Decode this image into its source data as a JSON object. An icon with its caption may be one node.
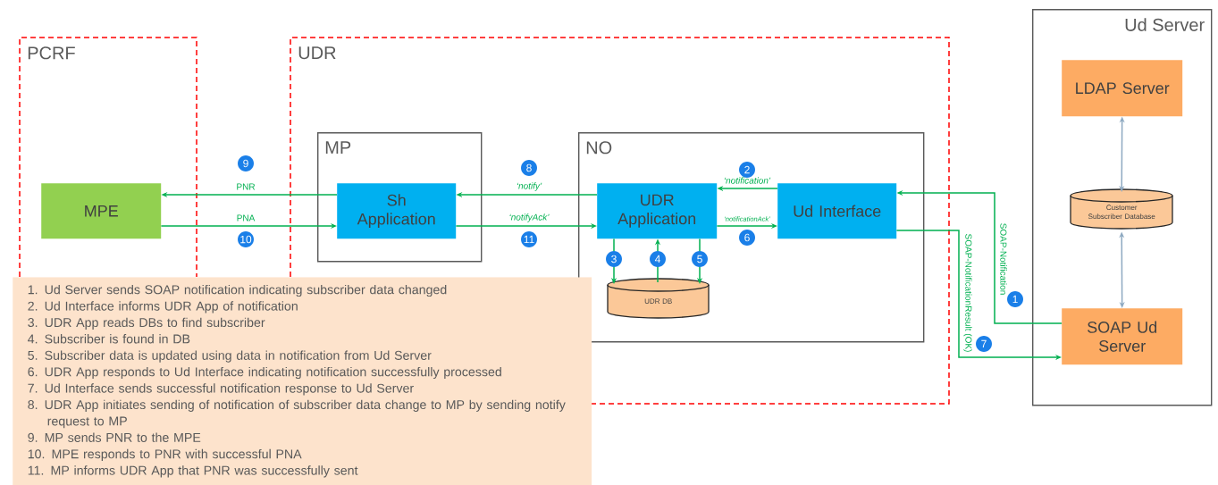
{
  "diagram": {
    "nodes": [
      {
        "text": [
          "PCRF"
        ]
      },
      {
        "text": [
          "MPE"
        ],
        "in": 0
      },
      {
        "text": [
          "UDR"
        ]
      },
      {
        "text": [
          "MP"
        ],
        "in": 2
      },
      {
        "text": [
          "Sh Application"
        ],
        "in": 3
      },
      {
        "text": [
          "NO"
        ],
        "in": 2
      },
      {
        "text": [
          "UDR Application"
        ],
        "in": 5
      },
      {
        "text": [
          "Ud Interface"
        ],
        "in": 5
      },
      {
        "text": [
          "UDR DB"
        ],
        "in": 5
      },
      {
        "text": [
          "Ud Server"
        ]
      },
      {
        "text": [
          "LDAP Server"
        ],
        "in": 9
      },
      {
        "text": [
          "Customer Subscriber Database"
        ],
        "in": 9
      },
      {
        "text": [
          "SOAP Ud Server"
        ],
        "in": 9
      },
      {
        "text": [
          "1. Ud Server sends SOAP notification indicating subscriber data changed",
          "2. Ud Interface informs UDR App of notification",
          "3. UDR App reads DBs to find subscriber",
          "4. Subscriber is found in DB",
          "5. Subscriber data is updated using data in notification from Ud Server",
          "6. UDR App responds to Ud Interface indicating notification successfully processed",
          "7. Ud Interface sends successful notification response to Ud Server",
          "8. UDR App initiates sending of notification of subscriber data change to MP by sending notify request to MP",
          "9. MP sends PNR to the MPE",
          "10. MPE responds to PNR with successful PNA",
          "11. MP informs UDR App that PNR was successfully sent"
        ]
      }
    ],
    "edges": [
      {
        "from": 4,
        "to": 1,
        "arrow": "to",
        "label": "PNR"
      },
      {
        "from": 1,
        "to": 4,
        "arrow": "to",
        "label": "PNA"
      },
      {
        "from": 6,
        "to": 4,
        "arrow": "to",
        "label": "‘notify’"
      },
      {
        "from": 4,
        "to": 6,
        "arrow": "to",
        "label": "‘notifyAck’"
      },
      {
        "from": 7,
        "to": 6,
        "arrow": "to",
        "label": "‘notification’"
      },
      {
        "from": 6,
        "to": 7,
        "arrow": "to",
        "label": "‘notificationAck’"
      },
      {
        "from": 12,
        "to": 7,
        "arrow": "to",
        "label": "SOAP-Notification"
      },
      {
        "from": 7,
        "to": 12,
        "arrow": "to",
        "label": "SOAP-NotificationResult (OK)"
      },
      {
        "from": 6,
        "to": 8,
        "arrow": "to"
      },
      {
        "from": 8,
        "to": 6,
        "arrow": "to"
      },
      {
        "from": 6,
        "to": 8,
        "arrow": "to"
      },
      {
        "from": 10,
        "to": 11,
        "arrow": "both",
        "color": "#8EA9C1"
      },
      {
        "from": 11,
        "to": 12,
        "arrow": "both",
        "color": "#8EA9C1"
      }
    ],
    "labels": [
      "9",
      "8",
      "2",
      "10",
      "11",
      "6",
      "3",
      "4",
      "5",
      "1",
      "7"
    ]
  }
}
